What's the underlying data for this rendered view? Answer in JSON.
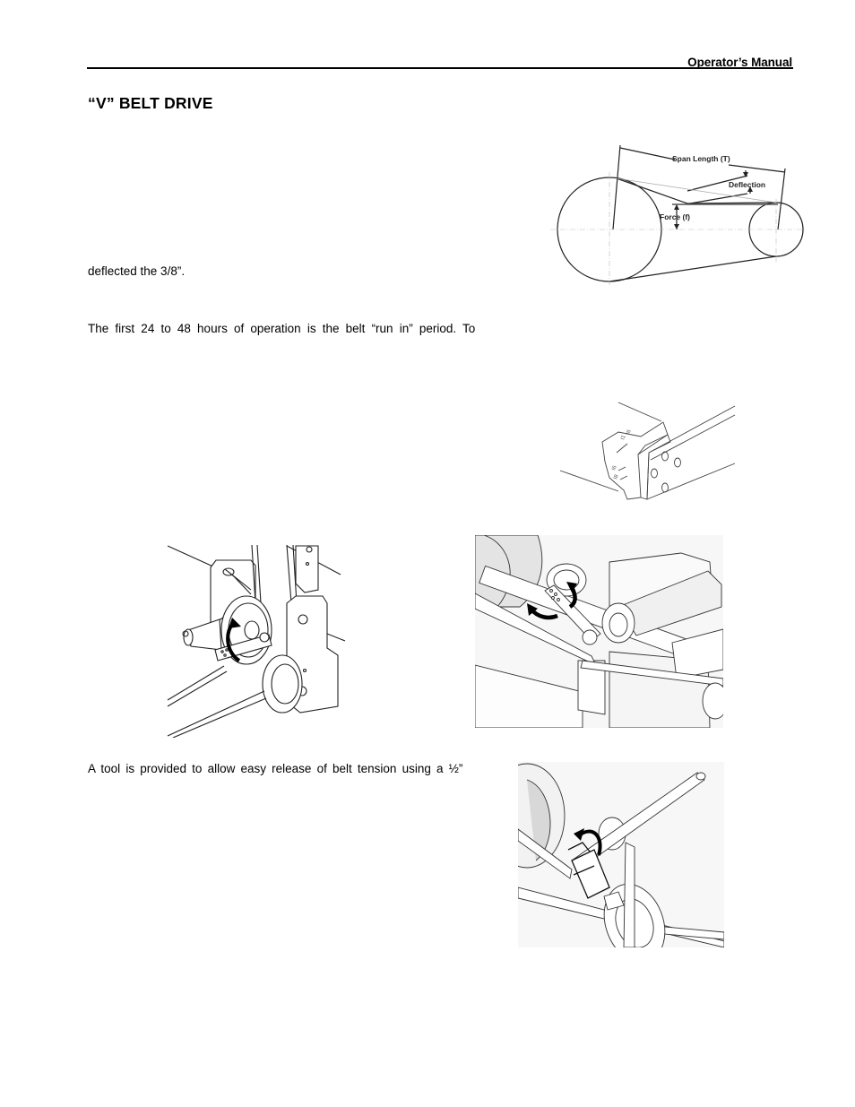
{
  "header": {
    "title": "Operator’s Manual"
  },
  "section": {
    "title": "“V” BELT DRIVE"
  },
  "paragraphs": [
    {
      "id": "p1_fragment",
      "text": "deflected the 3/8”."
    },
    {
      "id": "p2_first_line",
      "text": "The first 24 to 48 hours of operation is the belt “run in” period.  To"
    },
    {
      "id": "p3_first_line",
      "text": "A tool is provided to allow easy release of belt tension using a ½”"
    }
  ],
  "figures": {
    "belt_deflection_diagram": {
      "labels": {
        "span_length": "Span Length (T)",
        "deflection": "Deflection",
        "force": "Force (f)"
      }
    },
    "tensioner_bracket_scale": {
      "description": "tensioner-bracket-with-scale-markings"
    },
    "idler_pulley_adjust": {
      "description": "idler-pulley-with-rotation-arrow"
    },
    "tensioner_assembly_adjust": {
      "description": "tensioner-assembly-with-rotation-arrows"
    },
    "release_tool_wrench": {
      "description": "release-tool-with-breaker-bar-and-arrow"
    }
  },
  "colors": {
    "text": "#000000",
    "background": "#ffffff",
    "line_art": "#222222",
    "shading": "#d6d6d6"
  }
}
